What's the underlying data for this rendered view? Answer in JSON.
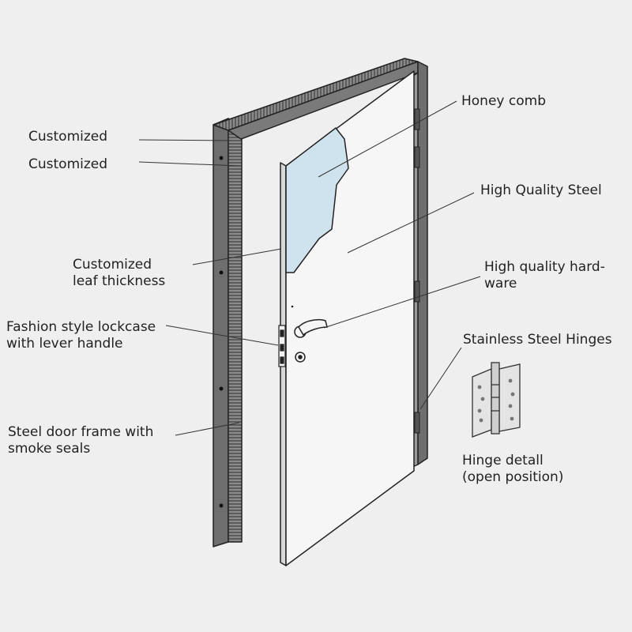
{
  "labels": {
    "customized_1": "Customized",
    "customized_2": "Customized",
    "leaf_thickness_line1": "Customized",
    "leaf_thickness_line2": "leaf thickness",
    "lockcase_line1": "Fashion style lockcase",
    "lockcase_line2": "with lever handle",
    "frame_line1": "Steel door frame with",
    "frame_line2": "smoke seals",
    "honeycomb": "Honey comb",
    "steel": "High Quality Steel",
    "hardware_line1": "High quality hard-",
    "hardware_line2": "ware",
    "hinges": "Stainless Steel Hinges",
    "hinge_detail_line1": "Hinge detall",
    "hinge_detail_line2": "(open position)"
  },
  "colors": {
    "background": "#efefef",
    "frame_dark": "#6e6e6e",
    "frame_mid": "#9a9a9a",
    "outline": "#222222",
    "door_face": "#f6f6f6",
    "honeycomb_fill": "#cfe3ee",
    "hinge_fill": "#e4e4e4"
  }
}
